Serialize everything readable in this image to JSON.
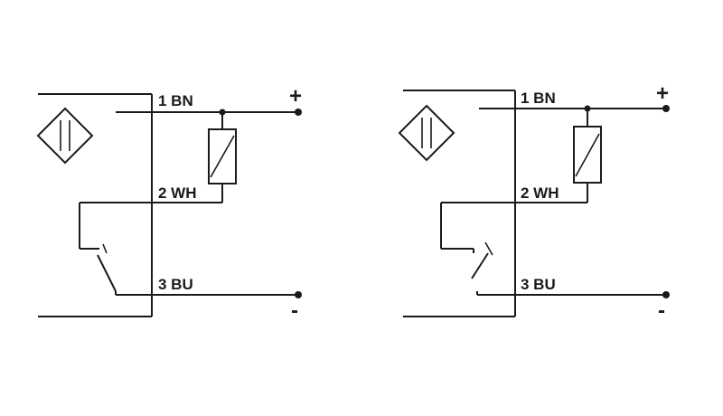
{
  "colors": {
    "line": "#1a1a1a",
    "background": "#ffffff"
  },
  "diagrams": [
    {
      "pins": {
        "pin1": "1 BN",
        "pin2": "2 WH",
        "pin3": "3 BU"
      },
      "polarity": {
        "positive": "+",
        "negative": "-"
      },
      "sensor_symbol": "inductive-sensor-icon",
      "switch_contact": "normally-open"
    },
    {
      "pins": {
        "pin1": "1 BN",
        "pin2": "2 WH",
        "pin3": "3 BU"
      },
      "polarity": {
        "positive": "+",
        "negative": "-"
      },
      "sensor_symbol": "inductive-sensor-icon",
      "switch_contact": "normally-closed"
    }
  ]
}
